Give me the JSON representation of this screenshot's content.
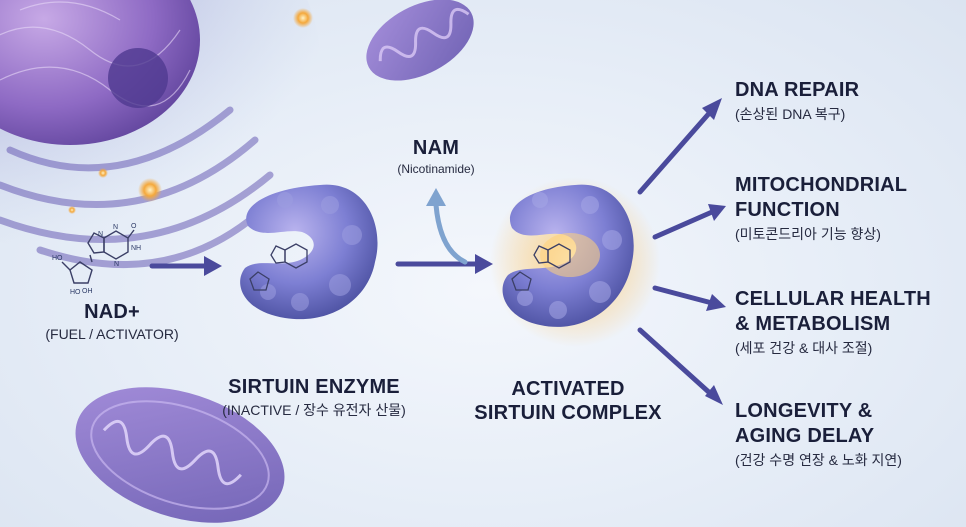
{
  "nad": {
    "title": "NAD+",
    "subtitle": "(FUEL / ACTIVATOR)"
  },
  "sirtuin": {
    "title": "SIRTUIN ENZYME",
    "subtitle": "(INACTIVE / 장수 유전자 산물)"
  },
  "nam": {
    "title": "NAM",
    "subtitle": "(Nicotinamide)"
  },
  "activated": {
    "title_line1": "ACTIVATED",
    "title_line2": "SIRTUIN COMPLEX"
  },
  "outcomes": [
    {
      "line1": "DNA REPAIR",
      "line2": "",
      "subtitle": "(손상된 DNA 복구)"
    },
    {
      "line1": "MITOCHONDRIAL",
      "line2": "FUNCTION",
      "subtitle": "(미토콘드리아 기능 향상)"
    },
    {
      "line1": "CELLULAR HEALTH",
      "line2": "& METABOLISM",
      "subtitle": "(세포 건강 & 대사 조절)"
    },
    {
      "line1": "LONGEVITY &",
      "line2": "AGING DELAY",
      "subtitle": "(건강 수명 연장 & 노화 지연)"
    }
  ],
  "molecule_atoms": {
    "n": "N",
    "o": "O",
    "h": "H",
    "nh": "NH",
    "oh": "HO"
  },
  "colors": {
    "arrow": "#4a4a9c",
    "nam_arrow": "#7fa3cf",
    "enzyme": "#6f73c8",
    "glow": "#ffb43a",
    "text": "#1a1f3a"
  }
}
